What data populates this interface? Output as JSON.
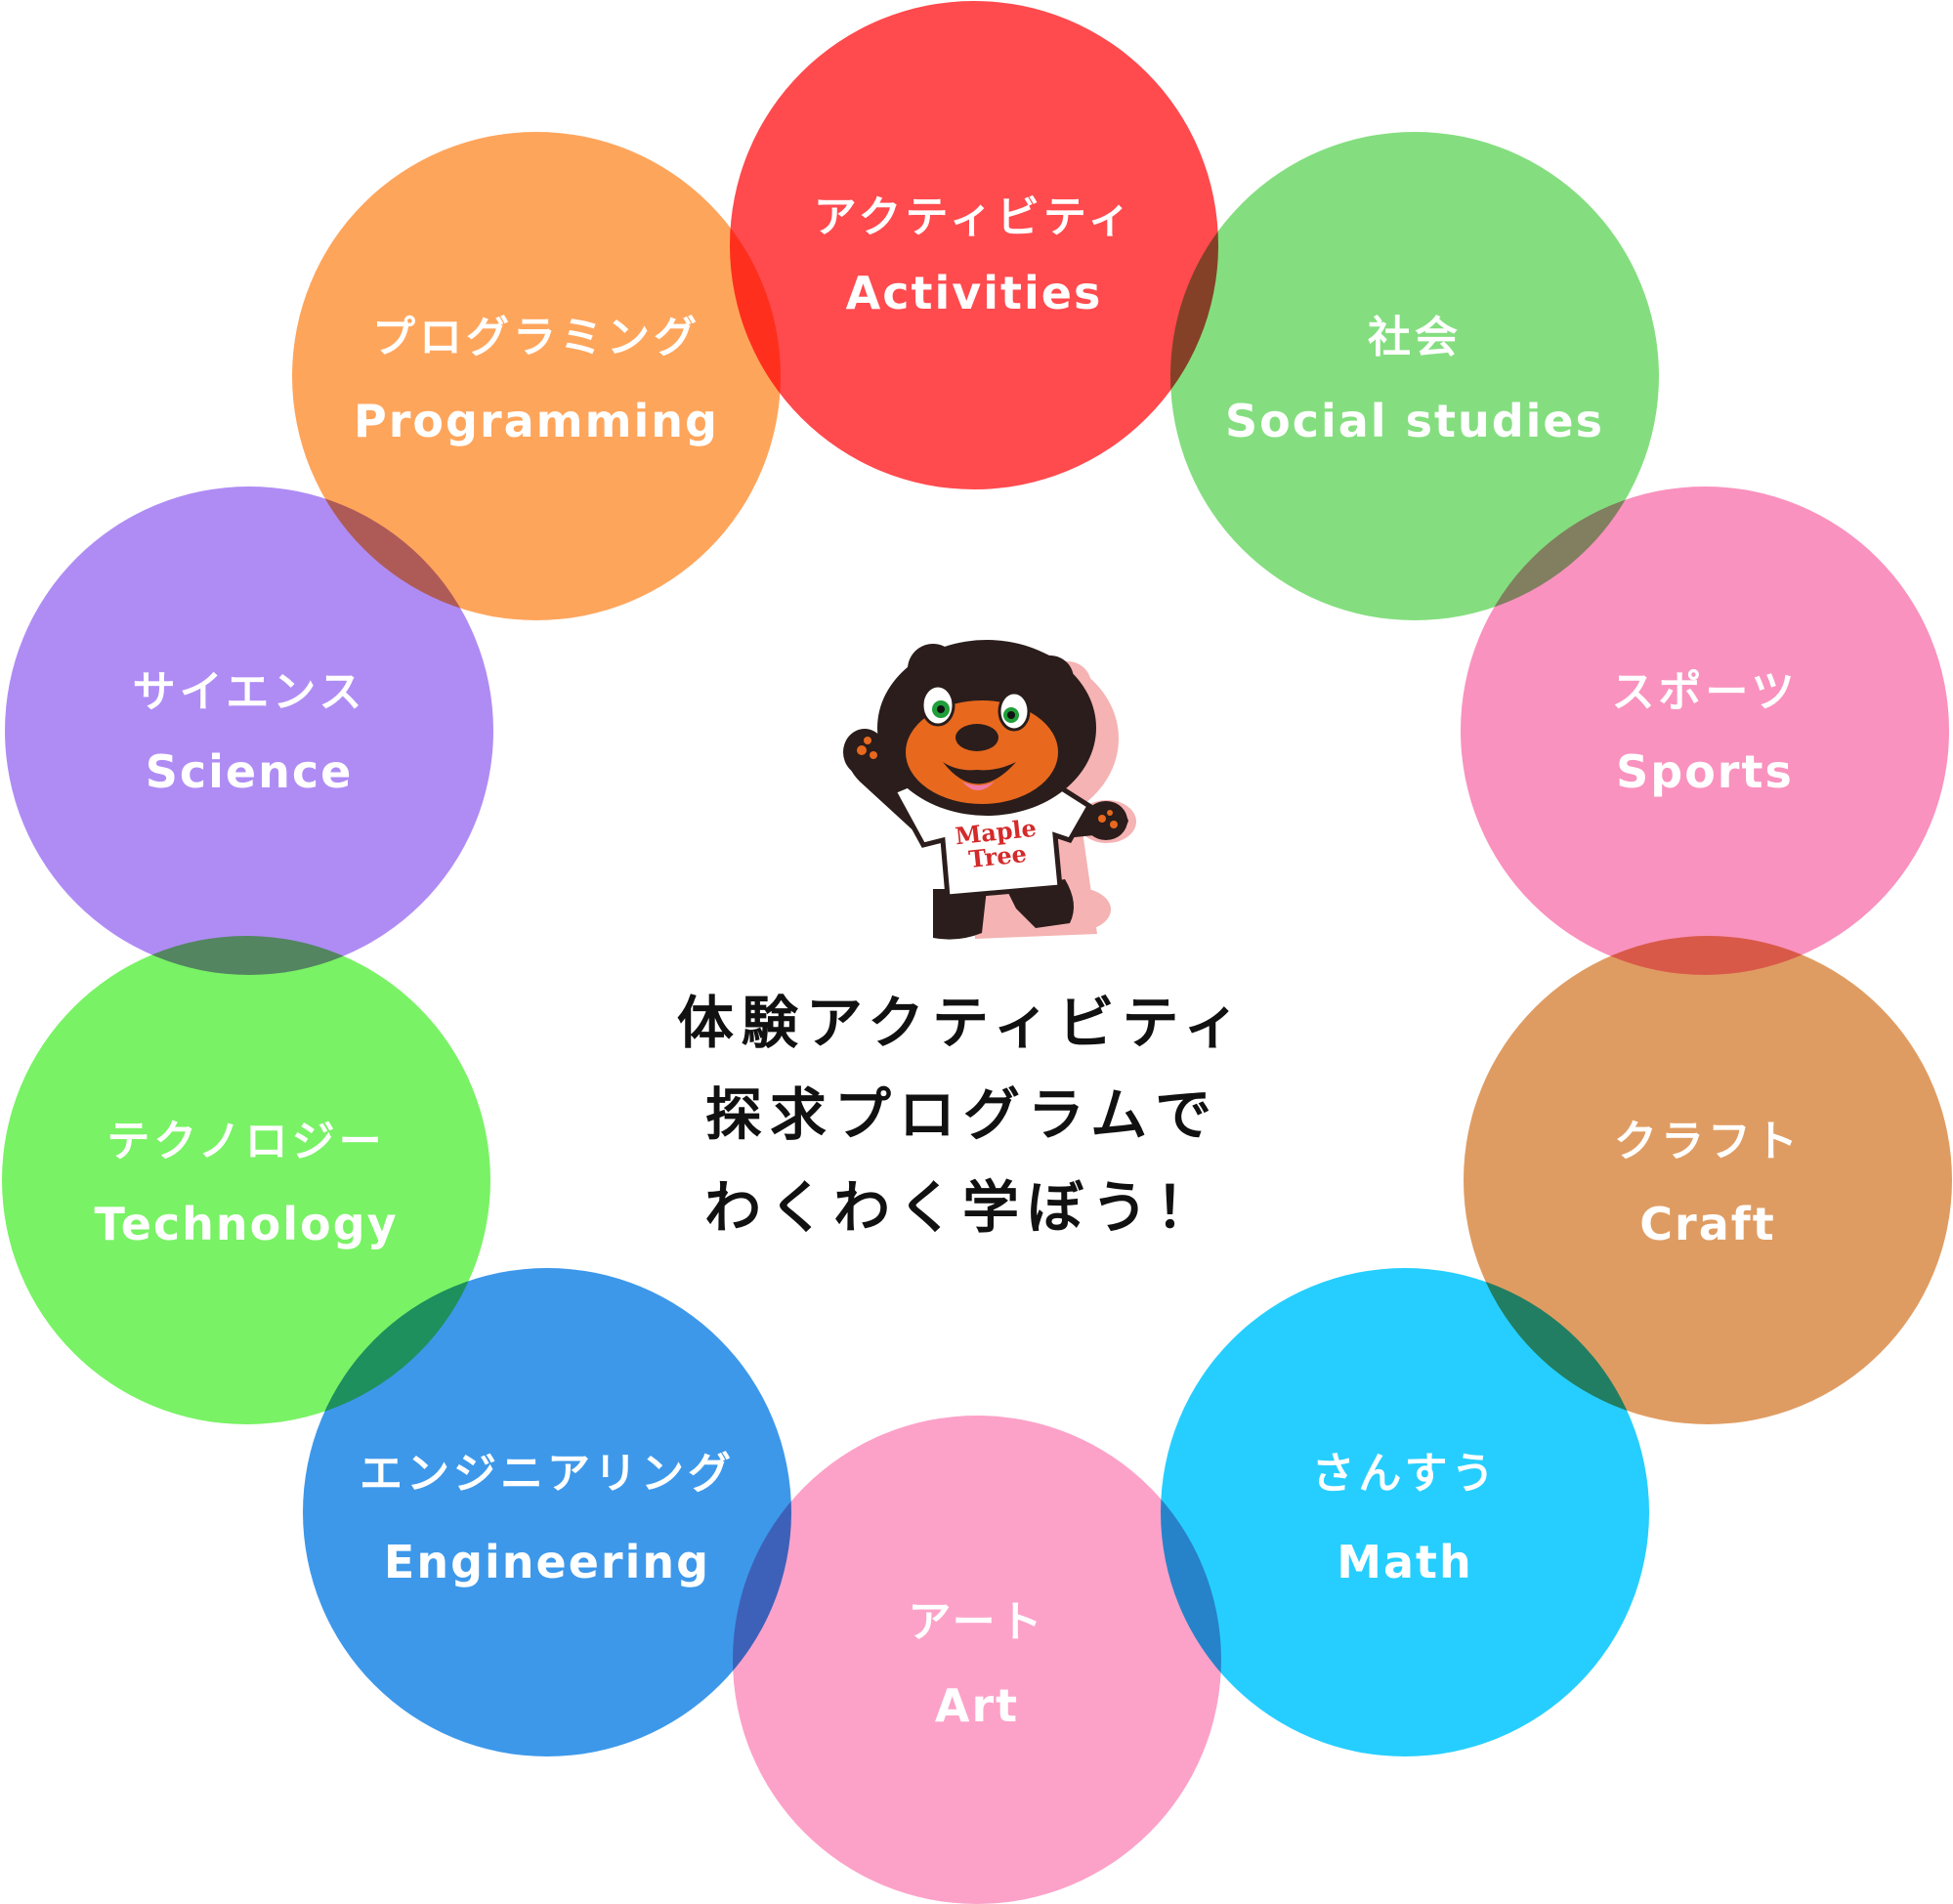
{
  "center": {
    "lines": [
      "体験アクティビティ",
      "探求プログラムで",
      "わくわく学ぼう！"
    ]
  },
  "mascot": {
    "name": "bear-mascot",
    "shirt_text_line1": "Maple",
    "shirt_text_line2": "Tree",
    "colors": {
      "fur": "#2a1d1b",
      "muzzle": "#e8681e",
      "shirt": "#ffffff",
      "logo": "#d42a2a",
      "shadow": "#f5b3b3",
      "eye": "#1f9e3a"
    }
  },
  "subjects": [
    {
      "id": "activities",
      "jp": "アクティビティ",
      "en": "Activities",
      "color": "#ff2a2f"
    },
    {
      "id": "social-studies",
      "jp": "社会",
      "en": "Social studies",
      "color": "#6fd868"
    },
    {
      "id": "sports",
      "jp": "スポーツ",
      "en": "Sports",
      "color": "#f87fb3"
    },
    {
      "id": "craft",
      "jp": "クラフト",
      "en": "Craft",
      "color": "#d98b46"
    },
    {
      "id": "math",
      "jp": "さんすう",
      "en": "Math",
      "color": "#00c6ff"
    },
    {
      "id": "art",
      "jp": "アート",
      "en": "Art",
      "color": "#fc92c0"
    },
    {
      "id": "engineering",
      "jp": "エンジニアリング",
      "en": "Engineering",
      "color": "#1b86e6"
    },
    {
      "id": "technology",
      "jp": "テクノロジー",
      "en": "Technology",
      "color": "#62f04a"
    },
    {
      "id": "science",
      "jp": "サイエンス",
      "en": "Science",
      "color": "#a178f2"
    },
    {
      "id": "programming",
      "jp": "プログラミング",
      "en": "Programming",
      "color": "#fe953f"
    }
  ]
}
